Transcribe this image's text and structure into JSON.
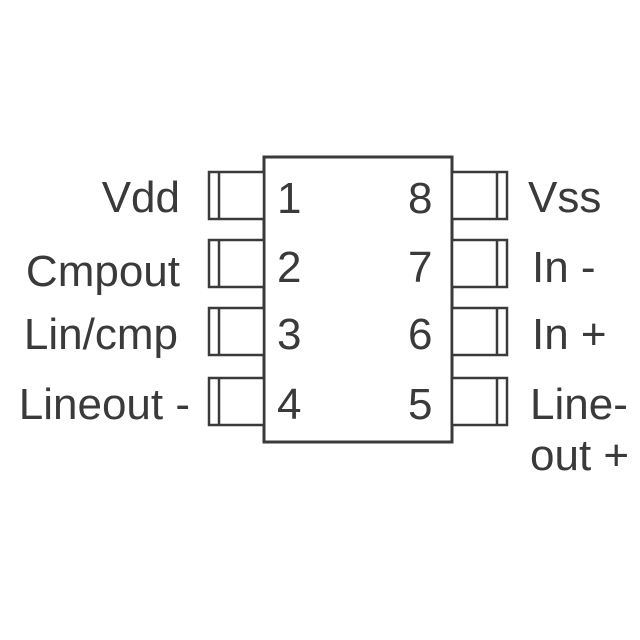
{
  "package": {
    "pins": [
      {
        "number": "1",
        "label": "Vdd",
        "side": "left"
      },
      {
        "number": "2",
        "label": "Cmpout",
        "side": "left"
      },
      {
        "number": "3",
        "label": "Lin/cmp",
        "side": "left"
      },
      {
        "number": "4",
        "label": "Lineout -",
        "side": "left"
      },
      {
        "number": "8",
        "label": "Vss",
        "side": "right"
      },
      {
        "number": "7",
        "label": "In -",
        "side": "right"
      },
      {
        "number": "6",
        "label": "In +",
        "side": "right"
      },
      {
        "number": "5",
        "label_line1": "Line-",
        "label_line2": "out +",
        "side": "right"
      }
    ],
    "colors": {
      "stroke": "#3a3a3a",
      "background": "#ffffff"
    }
  }
}
